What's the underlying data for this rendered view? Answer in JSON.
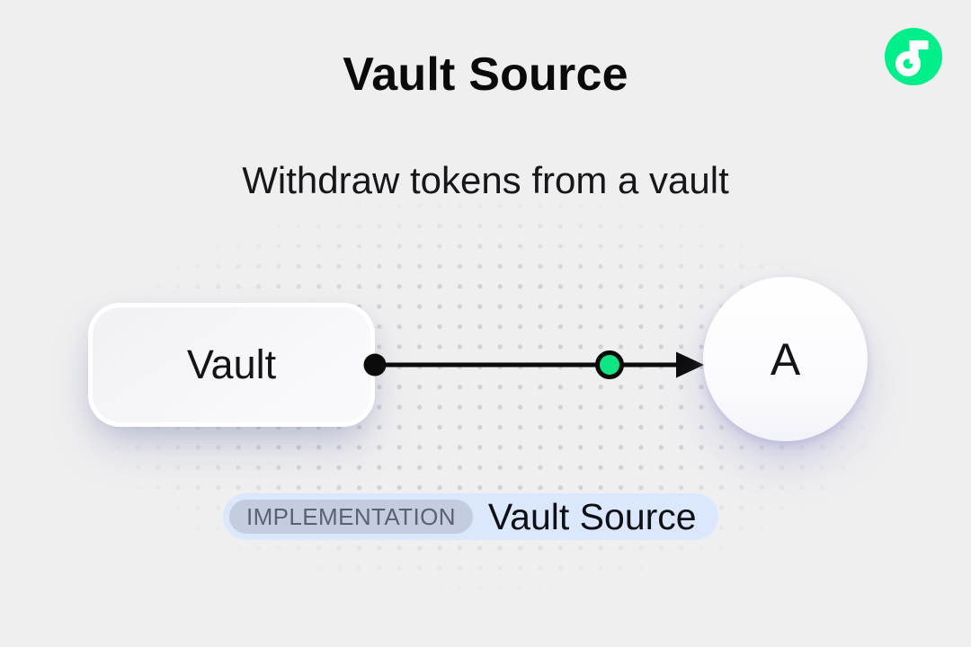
{
  "header": {
    "title": "Vault Source",
    "subtitle": "Withdraw tokens from a vault"
  },
  "logo": {
    "name": "Flow",
    "brand_color": "#00EF8B",
    "mark_color": "#FFFFFF"
  },
  "diagram": {
    "nodes": [
      {
        "id": "vault",
        "label": "Vault",
        "shape": "rounded-rect"
      },
      {
        "id": "a",
        "label": "A",
        "shape": "circle"
      }
    ],
    "edge": {
      "from": "Vault",
      "to": "A",
      "style": "arrow",
      "line_color": "#0b0b0b",
      "token_color": "#10E583"
    }
  },
  "badge": {
    "tag": "IMPLEMENTATION",
    "label": "Vault Source",
    "bg_color": "#DBE7FC",
    "tag_bg_color": "#C4CDDF",
    "tag_text_color": "#5B626F"
  },
  "background": {
    "color": "#EFEFF0",
    "dot_color": "#CACCD2"
  }
}
